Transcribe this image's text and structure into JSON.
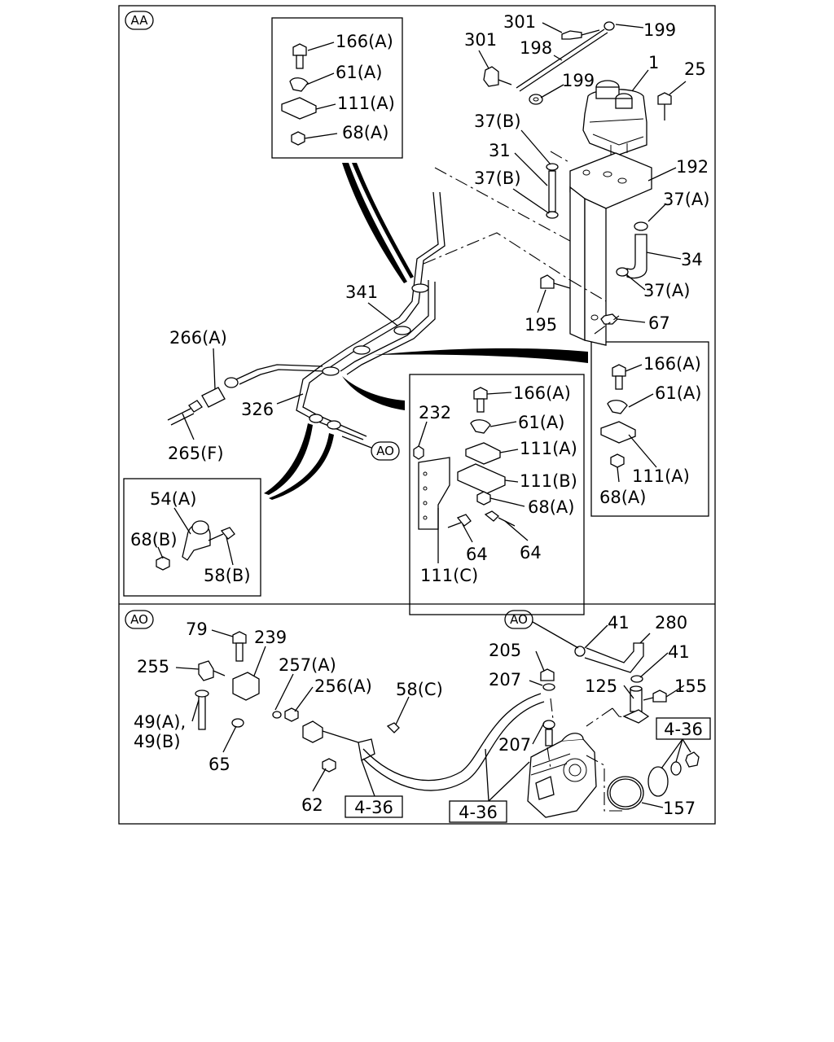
{
  "sections": {
    "upper": "AA",
    "lower": "AO"
  },
  "refs": {
    "upper_to_lower": "AO",
    "lower_left": "4-36",
    "lower_mid": "4-36",
    "lower_right": "4-36"
  },
  "callouts": {
    "upper": [
      {
        "id": "p301a",
        "label": "301"
      },
      {
        "id": "p301b",
        "label": "301"
      },
      {
        "id": "p199a",
        "label": "199"
      },
      {
        "id": "p198",
        "label": "198"
      },
      {
        "id": "p199b",
        "label": "199"
      },
      {
        "id": "p1",
        "label": "1"
      },
      {
        "id": "p25",
        "label": "25"
      },
      {
        "id": "p37b1",
        "label": "37(B)"
      },
      {
        "id": "p31",
        "label": "31"
      },
      {
        "id": "p37b2",
        "label": "37(B)"
      },
      {
        "id": "p192",
        "label": "192"
      },
      {
        "id": "p37a1",
        "label": "37(A)"
      },
      {
        "id": "p34",
        "label": "34"
      },
      {
        "id": "p37a2",
        "label": "37(A)"
      },
      {
        "id": "p195",
        "label": "195"
      },
      {
        "id": "p67",
        "label": "67"
      },
      {
        "id": "p341",
        "label": "341"
      },
      {
        "id": "p266a",
        "label": "266(A)"
      },
      {
        "id": "p326",
        "label": "326"
      },
      {
        "id": "p265f",
        "label": "265(F)"
      }
    ],
    "inset_top": [
      {
        "id": "i1_166a",
        "label": "166(A)"
      },
      {
        "id": "i1_61a",
        "label": "61(A)"
      },
      {
        "id": "i1_111a",
        "label": "111(A)"
      },
      {
        "id": "i1_68a",
        "label": "68(A)"
      }
    ],
    "inset_right": [
      {
        "id": "i2_166a",
        "label": "166(A)"
      },
      {
        "id": "i2_61a",
        "label": "61(A)"
      },
      {
        "id": "i2_111a",
        "label": "111(A)"
      },
      {
        "id": "i2_68a",
        "label": "68(A)"
      }
    ],
    "inset_mid": [
      {
        "id": "i3_232",
        "label": "232"
      },
      {
        "id": "i3_166a",
        "label": "166(A)"
      },
      {
        "id": "i3_61a",
        "label": "61(A)"
      },
      {
        "id": "i3_111a",
        "label": "111(A)"
      },
      {
        "id": "i3_111b",
        "label": "111(B)"
      },
      {
        "id": "i3_68a",
        "label": "68(A)"
      },
      {
        "id": "i3_64a",
        "label": "64"
      },
      {
        "id": "i3_64b",
        "label": "64"
      },
      {
        "id": "i3_111c",
        "label": "111(C)"
      }
    ],
    "inset_left": [
      {
        "id": "i4_54a",
        "label": "54(A)"
      },
      {
        "id": "i4_68b",
        "label": "68(B)"
      },
      {
        "id": "i4_58b",
        "label": "58(B)"
      }
    ],
    "lower": [
      {
        "id": "l79",
        "label": "79"
      },
      {
        "id": "l239",
        "label": "239"
      },
      {
        "id": "l255",
        "label": "255"
      },
      {
        "id": "l257a",
        "label": "257(A)"
      },
      {
        "id": "l256a",
        "label": "256(A)"
      },
      {
        "id": "l58c",
        "label": "58(C)"
      },
      {
        "id": "l49a",
        "label": "49(A),"
      },
      {
        "id": "l49b",
        "label": "49(B)"
      },
      {
        "id": "l65",
        "label": "65"
      },
      {
        "id": "l62",
        "label": "62"
      },
      {
        "id": "l41a",
        "label": "41"
      },
      {
        "id": "l280",
        "label": "280"
      },
      {
        "id": "l205",
        "label": "205"
      },
      {
        "id": "l41b",
        "label": "41"
      },
      {
        "id": "l207a",
        "label": "207"
      },
      {
        "id": "l125",
        "label": "125"
      },
      {
        "id": "l155",
        "label": "155"
      },
      {
        "id": "l207b",
        "label": "207"
      },
      {
        "id": "l157",
        "label": "157"
      }
    ]
  }
}
